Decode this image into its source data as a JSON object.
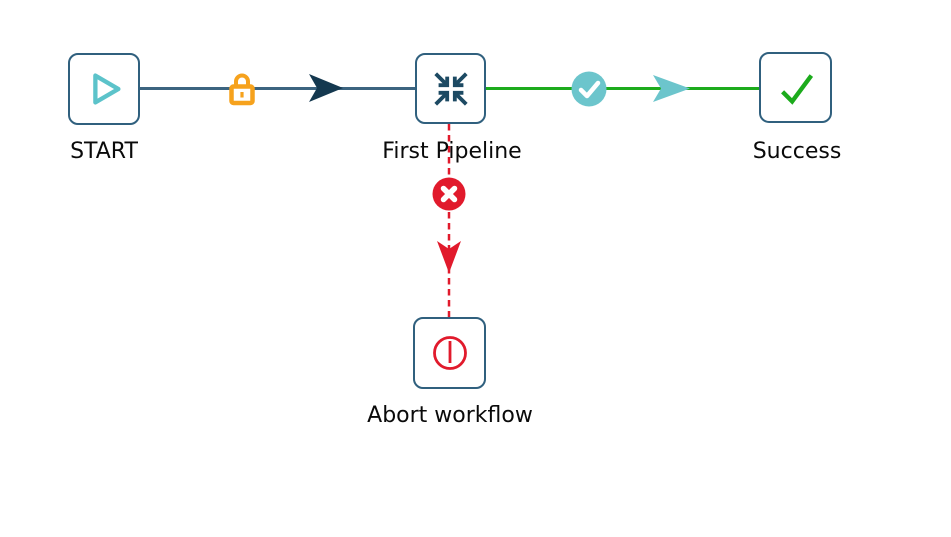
{
  "diagram": {
    "nodes": [
      {
        "id": "start",
        "label": "START",
        "icon": "play-icon"
      },
      {
        "id": "first-pipeline",
        "label": "First Pipeline",
        "icon": "compress-arrows-icon"
      },
      {
        "id": "success",
        "label": "Success",
        "icon": "check-icon"
      },
      {
        "id": "abort-workflow",
        "label": "Abort workflow",
        "icon": "power-off-icon"
      }
    ],
    "edges": [
      {
        "from": "START",
        "to": "First Pipeline",
        "style": "solid",
        "badge": "lock-icon",
        "color": "#3c6480"
      },
      {
        "from": "First Pipeline",
        "to": "Success",
        "style": "solid",
        "badge": "check-circle-icon",
        "color": "#1cab1c"
      },
      {
        "from": "First Pipeline",
        "to": "Abort workflow",
        "style": "dashed",
        "badge": "error-circle-icon",
        "color": "#e11a2c"
      }
    ]
  },
  "colors": {
    "node_border": "#30607e",
    "node_bg": "#ffffff",
    "navy_line": "#3c6480",
    "navy_arrow": "#14384f",
    "navy_icon": "#1d4a63",
    "teal": "#5cc3ca",
    "teal_badge": "#6cc5cc",
    "green": "#1cab1c",
    "red": "#e11a2c",
    "orange": "#f6a21d",
    "label_text": "#0a0a0a"
  }
}
